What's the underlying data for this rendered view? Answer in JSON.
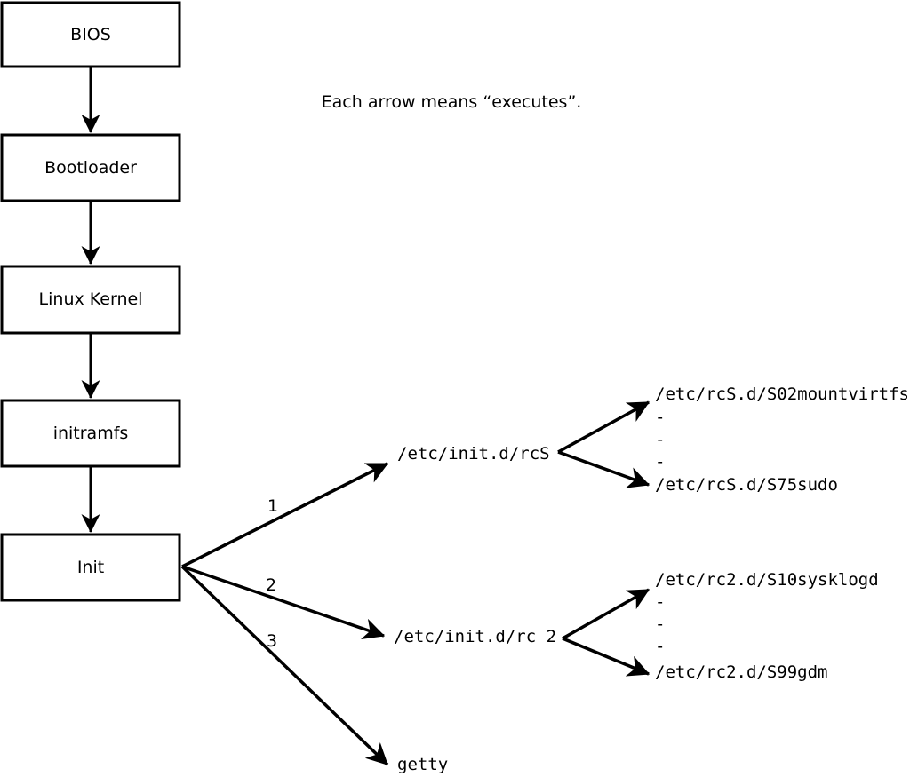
{
  "note": "Each arrow means “executes”.",
  "colors": {
    "line": "#000000",
    "box_fill": "#ffffff",
    "background": "#ffffff"
  },
  "boxes": [
    {
      "label": "BIOS"
    },
    {
      "label": "Bootloader"
    },
    {
      "label": "Linux Kernel"
    },
    {
      "label": "initramfs"
    },
    {
      "label": "Init"
    }
  ],
  "branches": {
    "b1": {
      "number": "1",
      "target": "/etc/init.d/rcS",
      "children": [
        "/etc/rcS.d/S02mountvirtfs",
        "-",
        "-",
        "-",
        "/etc/rcS.d/S75sudo"
      ]
    },
    "b2": {
      "number": "2",
      "target": "/etc/init.d/rc 2",
      "children": [
        "/etc/rc2.d/S10sysklogd",
        "-",
        "-",
        "-",
        "/etc/rc2.d/S99gdm"
      ]
    },
    "b3": {
      "number": "3",
      "target": "getty"
    }
  }
}
